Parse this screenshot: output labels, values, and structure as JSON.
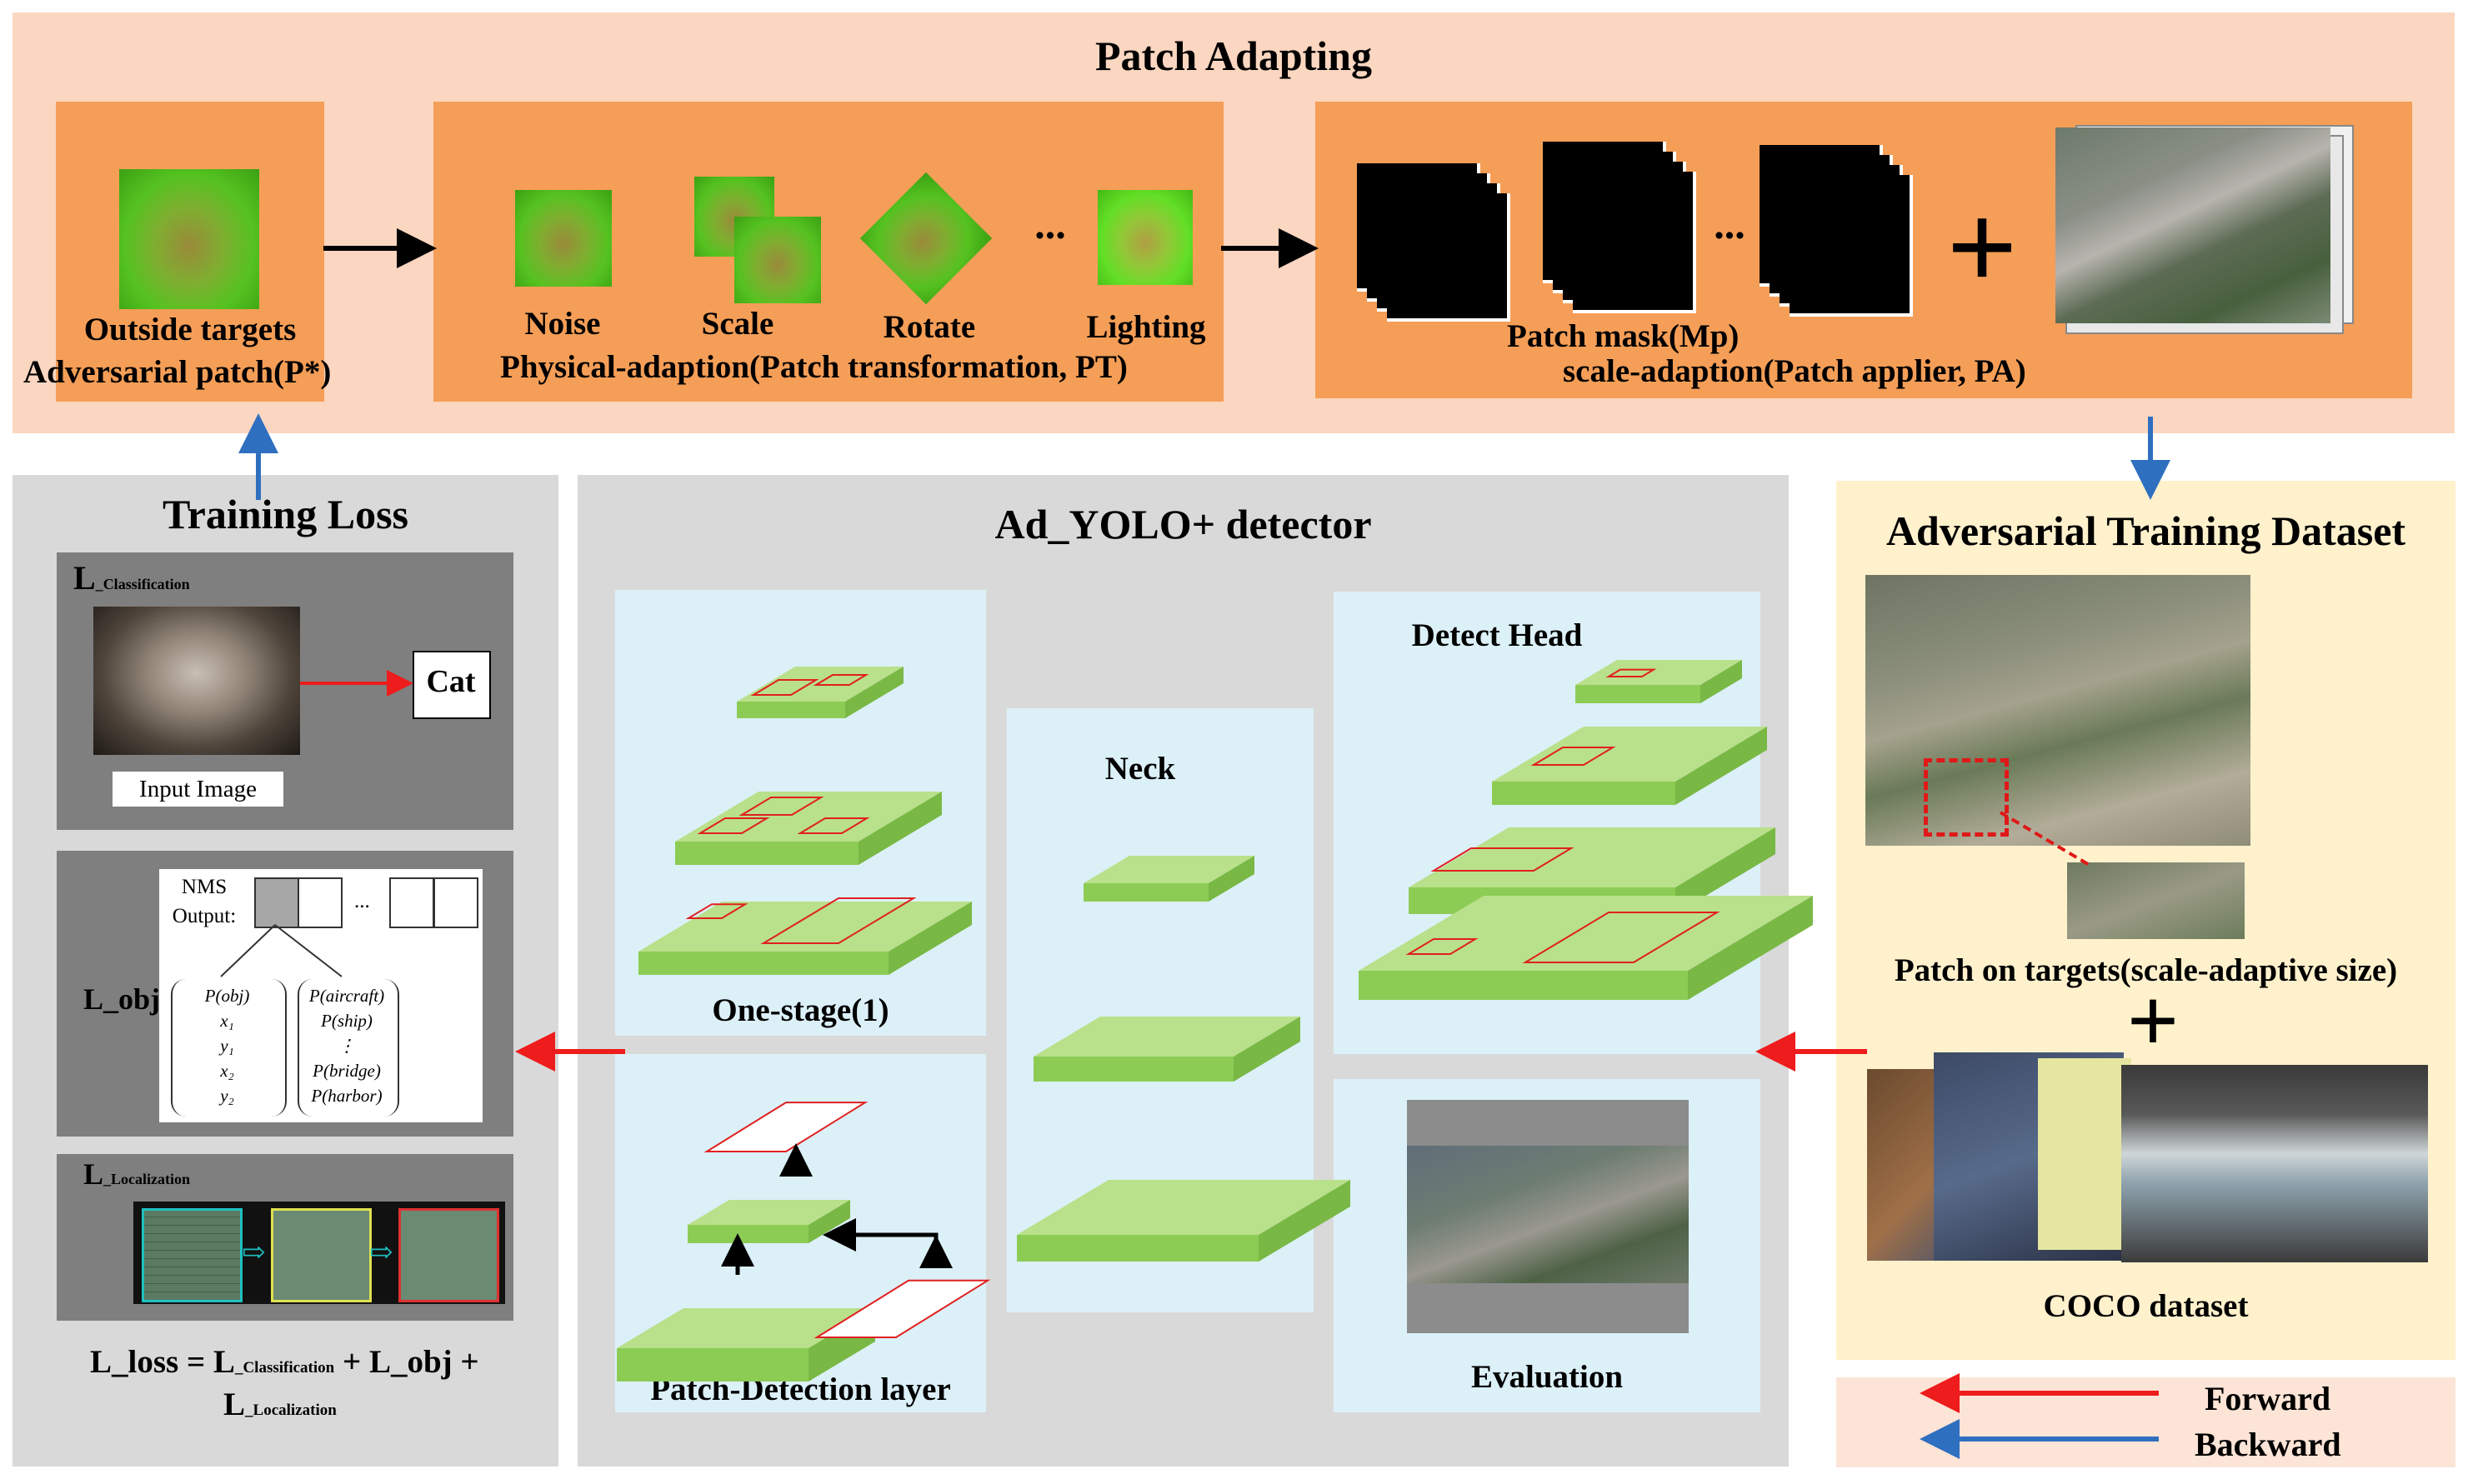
{
  "top": {
    "title": "Patch Adapting",
    "box1": {
      "line1": "Outside targets",
      "line2": "Adversarial patch(P*)"
    },
    "box2": {
      "noise": "Noise",
      "scale": "Scale",
      "rotate": "Rotate",
      "ellipsis": "...",
      "lighting": "Lighting",
      "caption": "Physical-adaption(Patch transformation, PT)"
    },
    "box3": {
      "ellipsis": "...",
      "plus": "+",
      "mask_label": "Patch mask(Mp)",
      "caption": "scale-adaption(Patch applier, PA)"
    }
  },
  "loss": {
    "title": "Training Loss",
    "cls_label": "L",
    "cls_sub": "_Classification",
    "cat": "Cat",
    "input_image": "Input Image",
    "obj_label": "L_obj",
    "nms_line1": "NMS",
    "nms_line2": "Output:",
    "nms_dots": "...",
    "left_group": [
      "P(obj)",
      "x₁",
      "y₁",
      "x₂",
      "y₂"
    ],
    "right_group": [
      "P(aircraft)",
      "P(ship)",
      "⋮",
      "P(bridge)",
      "P(harbor)"
    ],
    "loc_label": "L",
    "loc_sub": "_Localization",
    "formula_a": "L_loss = L",
    "formula_b": "_Classification",
    "formula_c": " + L_obj +",
    "formula_d": "L",
    "formula_e": "_Localization"
  },
  "detector": {
    "title": "Ad_YOLO+ detector",
    "one_stage": "One-stage(1)",
    "neck": "Neck",
    "detect_head": "Detect Head",
    "patch_detection": "Patch-Detection layer",
    "evaluation": "Evaluation"
  },
  "dataset": {
    "title": "Adversarial Training Dataset",
    "patch_on_targets": "Patch on targets(scale-adaptive size)",
    "plus": "+",
    "coco": "COCO dataset"
  },
  "legend": {
    "forward": "Forward",
    "backward": "Backward"
  },
  "colors": {
    "forward": "#ee1c1c",
    "backward": "#2f6fc0",
    "layer_top": "#b9e08a",
    "layer_side": "#8ccc55",
    "box": "#e02020"
  }
}
